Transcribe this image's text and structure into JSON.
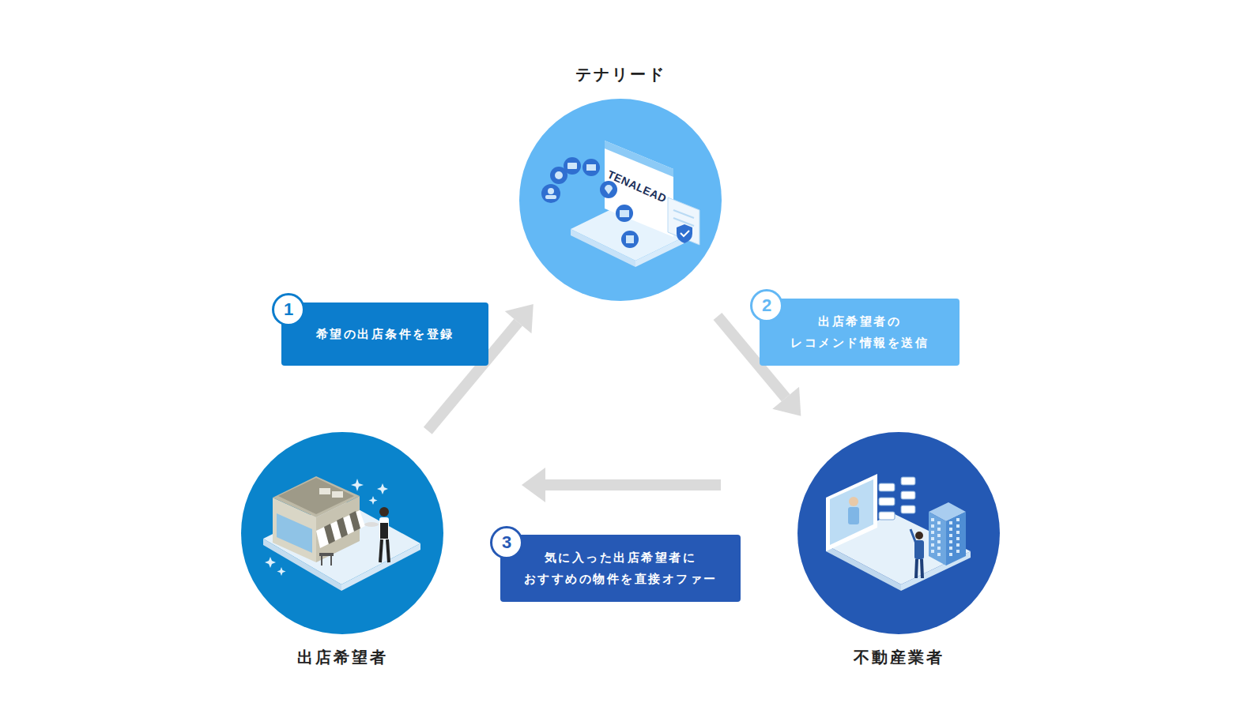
{
  "diagram": {
    "nodes": [
      {
        "text": [
          "テナリード"
        ]
      },
      {
        "text": [
          "希望の出店条件を登録"
        ]
      },
      {
        "text": [
          "1"
        ],
        "in": 1
      },
      {
        "text": [
          "出店希望者の レコメンド情報を送信"
        ]
      },
      {
        "text": [
          "2"
        ],
        "in": 3
      },
      {
        "text": [
          "出店希望者"
        ]
      },
      {
        "text": [
          "不動産業者"
        ]
      },
      {
        "text": [
          "気に入った出店希望者に おすすめの物件を直接オファー"
        ]
      },
      {
        "text": [
          "3"
        ],
        "in": 7
      }
    ],
    "edges": [
      {
        "from": 5,
        "to": 0,
        "arrow": "to"
      },
      {
        "from": 0,
        "to": 6,
        "arrow": "to"
      },
      {
        "from": 6,
        "to": 5,
        "arrow": "to"
      }
    ],
    "labels": [
      "TENALEAD"
    ]
  }
}
